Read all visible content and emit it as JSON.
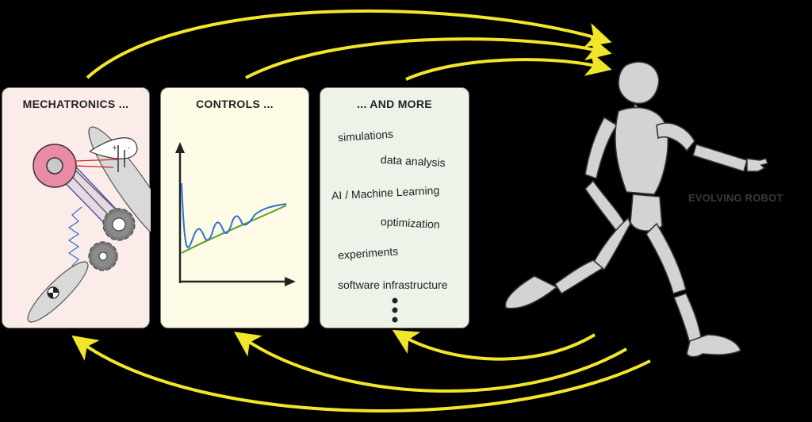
{
  "panels": {
    "mechatronics": {
      "title": "MECHATRONICS ..."
    },
    "controls": {
      "title": "CONTROLS ..."
    },
    "more": {
      "title": "... AND MORE",
      "items": [
        "simulations",
        "data analysis",
        "AI / Machine Learning",
        "optimization",
        "experiments",
        "software infrastructure"
      ]
    }
  },
  "robot": {
    "label": "EVOLVING ROBOT"
  },
  "colors": {
    "arrow": "#f2e62a",
    "background": "#000000",
    "mechatronics_bg": "#fbecea",
    "controls_bg": "#fdfbe6",
    "more_bg": "#eef3ea",
    "pulley": "#e98aa6",
    "signal_blue": "#2f6fd1",
    "signal_green": "#5aa02c"
  },
  "icons": [
    "battery-icon",
    "gear-icon",
    "center-of-mass-icon",
    "spring-icon",
    "vertical-ellipsis-icon"
  ]
}
